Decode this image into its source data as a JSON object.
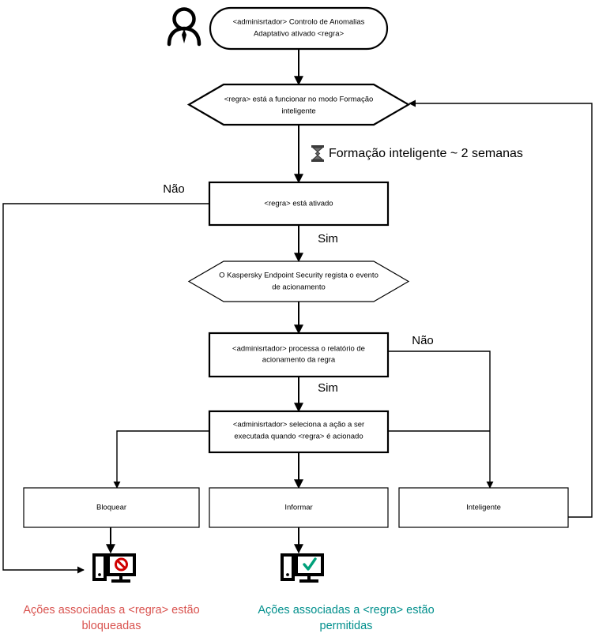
{
  "diagram": {
    "title": "Adaptive Anomaly Control rule flow",
    "language": "pt-PT",
    "colors": {
      "stroke": "#000000",
      "background": "#ffffff",
      "blocked_text": "#d9534f",
      "allowed_text": "#008f8c",
      "blocked_icon": "#d00000",
      "allowed_icon": "#00a07a"
    }
  },
  "actor": {
    "icon": "person-icon",
    "label": ""
  },
  "nodes": {
    "start": {
      "shape": "rounded",
      "text_line1": "<adminisrtador> Controlo de Anomalias",
      "text_line2": "Adaptativo ativado <regra>"
    },
    "training_mode": {
      "shape": "hexagon",
      "text_line1": "<regra> está a funcionar no modo Formação",
      "text_line2": "inteligente"
    },
    "rule_enabled": {
      "shape": "rect",
      "text_line1": "<regra> está ativado",
      "text_line2": ""
    },
    "kes_logs": {
      "shape": "hexagon",
      "text_line1": "O Kaspersky Endpoint Security regista o evento",
      "text_line2": "de acionamento"
    },
    "admin_report": {
      "shape": "rect",
      "text_line1": "<adminisrtador> processa o relatório de",
      "text_line2": "acionamento da regra"
    },
    "admin_select": {
      "shape": "rect",
      "text_line1": "<adminisrtador> seleciona a ação a ser",
      "text_line2": "executada quando <regra> é acionado"
    },
    "block": {
      "shape": "rect",
      "text_line1": "Bloquear",
      "text_line2": ""
    },
    "inform": {
      "shape": "rect",
      "text_line1": "Informar",
      "text_line2": ""
    },
    "smart": {
      "shape": "rect",
      "text_line1": "Inteligente",
      "text_line2": ""
    }
  },
  "edge_labels": {
    "no_rule_enabled": "Não",
    "yes_rule_enabled": "Sim",
    "no_admin_report": "Não",
    "yes_admin_report": "Sim"
  },
  "timer": {
    "icon": "hourglass-icon",
    "label": "Formação inteligente ~ 2 semanas"
  },
  "outcomes": {
    "blocked": {
      "icon": "computer-blocked-icon",
      "caption_line1": "Ações associadas a <regra> estão",
      "caption_line2": "bloqueadas"
    },
    "allowed": {
      "icon": "computer-allowed-icon",
      "caption_line1": "Ações associadas a <regra> estão",
      "caption_line2": "permitidas"
    }
  }
}
